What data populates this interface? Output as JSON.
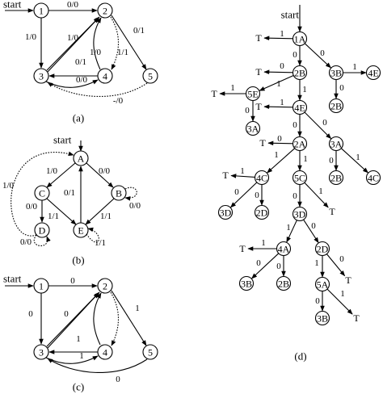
{
  "panels": {
    "a": {
      "caption": "(a)",
      "start": "start",
      "nodes": [
        {
          "id": "1",
          "label": "1"
        },
        {
          "id": "2",
          "label": "2"
        },
        {
          "id": "3",
          "label": "3"
        },
        {
          "id": "4",
          "label": "4"
        },
        {
          "id": "5",
          "label": "5"
        }
      ],
      "edges": [
        {
          "from": "1",
          "to": "2",
          "label": "0/0",
          "style": "solid"
        },
        {
          "from": "1",
          "to": "3",
          "label": "1/0",
          "style": "solid"
        },
        {
          "from": "3",
          "to": "2",
          "label": "1/0",
          "style": "solid"
        },
        {
          "from": "3",
          "to": "2",
          "label": "0/1",
          "style": "solid"
        },
        {
          "from": "4",
          "to": "2",
          "label": "1/0",
          "style": "solid"
        },
        {
          "from": "2",
          "to": "4",
          "label": "1/1",
          "style": "dotted"
        },
        {
          "from": "2",
          "to": "5",
          "label": "0/1",
          "style": "solid"
        },
        {
          "from": "4",
          "to": "3",
          "label": "0/0",
          "style": "solid"
        },
        {
          "from": "3",
          "to": "4",
          "label": "",
          "style": "solid"
        },
        {
          "from": "5",
          "to": "3",
          "label": "-/0",
          "style": "dotted"
        }
      ]
    },
    "b": {
      "caption": "(b)",
      "start": "start",
      "nodes": [
        {
          "id": "A",
          "label": "A"
        },
        {
          "id": "B",
          "label": "B"
        },
        {
          "id": "C",
          "label": "C"
        },
        {
          "id": "D",
          "label": "D"
        },
        {
          "id": "E",
          "label": "E"
        }
      ],
      "edges": [
        {
          "from": "A",
          "to": "C",
          "label": "1/0",
          "style": "solid"
        },
        {
          "from": "A",
          "to": "B",
          "label": "0/0",
          "style": "solid"
        },
        {
          "from": "E",
          "to": "A",
          "label": "0/1",
          "style": "solid"
        },
        {
          "from": "C",
          "to": "D",
          "label": "0/0",
          "style": "solid"
        },
        {
          "from": "C",
          "to": "E",
          "label": "1/1",
          "style": "solid"
        },
        {
          "from": "B",
          "to": "E",
          "label": "1/1",
          "style": "solid"
        },
        {
          "from": "B",
          "to": "B",
          "label": "0/0",
          "style": "dotted"
        },
        {
          "from": "D",
          "to": "D",
          "label": "0/0",
          "style": "dotted"
        },
        {
          "from": "D",
          "to": "A",
          "label": "1/0",
          "style": "dotted"
        },
        {
          "from": "E",
          "to": "E",
          "label": "1/1",
          "style": "dotted"
        }
      ]
    },
    "c": {
      "caption": "(c)",
      "start": "start",
      "nodes": [
        {
          "id": "1",
          "label": "1"
        },
        {
          "id": "2",
          "label": "2"
        },
        {
          "id": "3",
          "label": "3"
        },
        {
          "id": "4",
          "label": "4"
        },
        {
          "id": "5",
          "label": "5"
        }
      ],
      "edges": [
        {
          "from": "1",
          "to": "2",
          "label": "0",
          "style": "solid"
        },
        {
          "from": "1",
          "to": "3",
          "label": "0",
          "style": "solid"
        },
        {
          "from": "3",
          "to": "2",
          "label": "1",
          "style": "solid"
        },
        {
          "from": "3",
          "to": "2",
          "label": "0",
          "style": "solid"
        },
        {
          "from": "4",
          "to": "2",
          "label": "",
          "style": "solid"
        },
        {
          "from": "2",
          "to": "4",
          "label": "",
          "style": "dotted"
        },
        {
          "from": "2",
          "to": "5",
          "label": "1",
          "style": "solid"
        },
        {
          "from": "4",
          "to": "3",
          "label": "1",
          "style": "solid"
        },
        {
          "from": "3",
          "to": "4",
          "label": "",
          "style": "solid"
        },
        {
          "from": "5",
          "to": "3",
          "label": "0",
          "style": "solid"
        }
      ]
    },
    "d": {
      "caption": "(d)",
      "start": "start",
      "nodes": [
        {
          "id": "n1A",
          "label": "1A"
        },
        {
          "id": "t1",
          "label": "T"
        },
        {
          "id": "n2B",
          "label": "2B"
        },
        {
          "id": "n3B",
          "label": "3B"
        },
        {
          "id": "n4E_top",
          "label": "4E"
        },
        {
          "id": "t2",
          "label": "T"
        },
        {
          "id": "n5E",
          "label": "5E"
        },
        {
          "id": "t3",
          "label": "T"
        },
        {
          "id": "n3A_a",
          "label": "3A"
        },
        {
          "id": "n2B_b",
          "label": "2B"
        },
        {
          "id": "n4E_mid",
          "label": "4E"
        },
        {
          "id": "t4",
          "label": "T"
        },
        {
          "id": "n2A",
          "label": "2A"
        },
        {
          "id": "t5",
          "label": "T"
        },
        {
          "id": "n3A_b",
          "label": "3A"
        },
        {
          "id": "n2B_c",
          "label": "2B"
        },
        {
          "id": "n4C_r",
          "label": "4C"
        },
        {
          "id": "n4C",
          "label": "4C"
        },
        {
          "id": "t6",
          "label": "T"
        },
        {
          "id": "n3D_l",
          "label": "3D"
        },
        {
          "id": "n2D_l",
          "label": "2D"
        },
        {
          "id": "n5C",
          "label": "5C"
        },
        {
          "id": "t7",
          "label": "T"
        },
        {
          "id": "n3D",
          "label": "3D"
        },
        {
          "id": "n4A",
          "label": "4A"
        },
        {
          "id": "t8",
          "label": "T"
        },
        {
          "id": "n3B_l",
          "label": "3B"
        },
        {
          "id": "n2B_d",
          "label": "2B"
        },
        {
          "id": "n2D",
          "label": "2D"
        },
        {
          "id": "t9",
          "label": "T"
        },
        {
          "id": "n5A",
          "label": "5A"
        },
        {
          "id": "t10",
          "label": "T"
        },
        {
          "id": "n3B_b",
          "label": "3B"
        }
      ],
      "edges": [
        {
          "from": "n1A",
          "to": "t1",
          "label": "1"
        },
        {
          "from": "n1A",
          "to": "n2B",
          "label": "0"
        },
        {
          "from": "n1A",
          "to": "n3B",
          "label": "0"
        },
        {
          "from": "n3B",
          "to": "n4E_top",
          "label": "1"
        },
        {
          "from": "n3B",
          "to": "n2B_b",
          "label": "0"
        },
        {
          "from": "n2B",
          "to": "t2",
          "label": "0"
        },
        {
          "from": "n2B",
          "to": "n5E",
          "label": "1"
        },
        {
          "from": "n2B",
          "to": "n4E_mid",
          "label": "1"
        },
        {
          "from": "n5E",
          "to": "t3",
          "label": "1"
        },
        {
          "from": "n5E",
          "to": "n3A_a",
          "label": "0"
        },
        {
          "from": "n4E_mid",
          "to": "t4",
          "label": "1"
        },
        {
          "from": "n4E_mid",
          "to": "n2A",
          "label": "0"
        },
        {
          "from": "n4E_mid",
          "to": "n3A_b",
          "label": "0"
        },
        {
          "from": "n3A_b",
          "to": "n2B_c",
          "label": "0"
        },
        {
          "from": "n3A_b",
          "to": "n4C_r",
          "label": "1"
        },
        {
          "from": "n2A",
          "to": "t5",
          "label": "0"
        },
        {
          "from": "n2A",
          "to": "n4C",
          "label": "1"
        },
        {
          "from": "n2A",
          "to": "n5C",
          "label": "1"
        },
        {
          "from": "n4C",
          "to": "t6",
          "label": "1"
        },
        {
          "from": "n4C",
          "to": "n3D_l",
          "label": "0"
        },
        {
          "from": "n4C",
          "to": "n2D_l",
          "label": "0"
        },
        {
          "from": "n5C",
          "to": "n3D",
          "label": "0"
        },
        {
          "from": "n5C",
          "to": "t7",
          "label": "1"
        },
        {
          "from": "n3D",
          "to": "n4A",
          "label": "1"
        },
        {
          "from": "n3D",
          "to": "n2D",
          "label": "0"
        },
        {
          "from": "n4A",
          "to": "t8",
          "label": "1"
        },
        {
          "from": "n4A",
          "to": "n3B_l",
          "label": "0"
        },
        {
          "from": "n4A",
          "to": "n2B_d",
          "label": "0"
        },
        {
          "from": "n2D",
          "to": "n5A",
          "label": "1"
        },
        {
          "from": "n2D",
          "to": "t9",
          "label": "0"
        },
        {
          "from": "n5A",
          "to": "t10",
          "label": "1"
        },
        {
          "from": "n5A",
          "to": "n3B_b",
          "label": "0"
        }
      ]
    }
  }
}
